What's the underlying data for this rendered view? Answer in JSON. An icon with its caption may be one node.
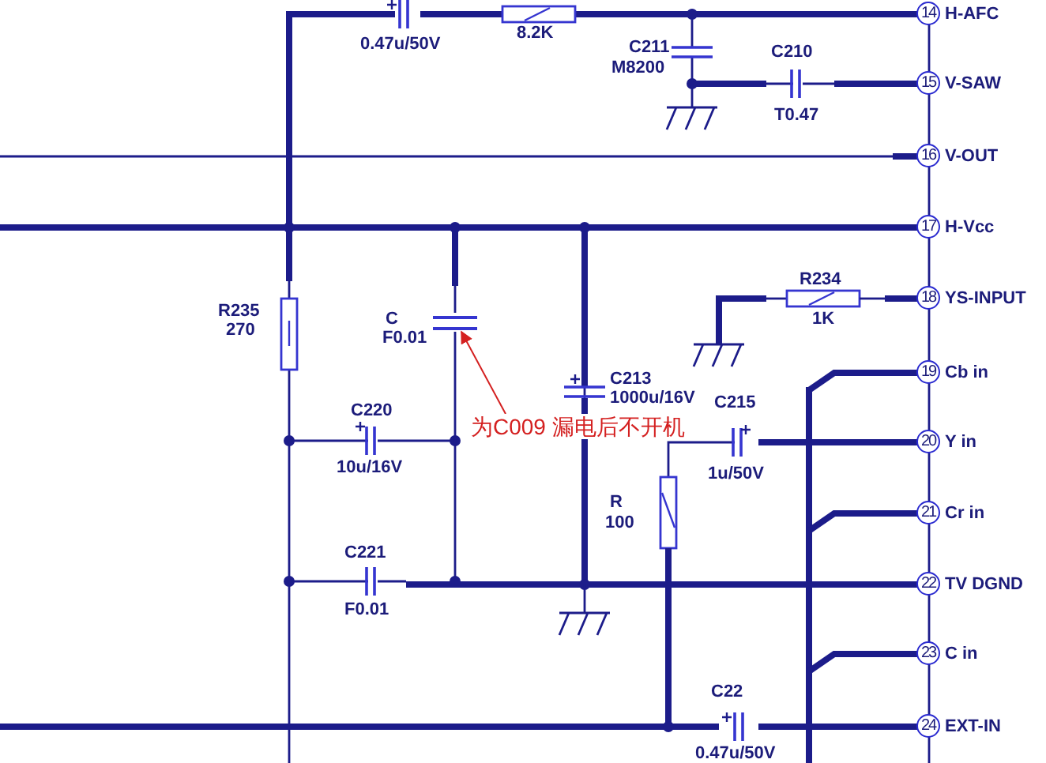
{
  "diagram": {
    "nodes": [
      {
        "text": [
          "为C009 漏电后不开机"
        ]
      },
      {
        "text": [],
        "shape": "picture"
      }
    ],
    "edges": [
      {
        "from": 0,
        "to": 1,
        "arrow": "to"
      }
    ],
    "labels": [
      "0.47u/50V",
      "8.2K",
      "14",
      "H-AFC",
      "C211",
      "M8200",
      "C210",
      "15",
      "V-SAW",
      "T0.47",
      "16",
      "V-OUT",
      "17",
      "H-Vcc",
      "R235",
      "270",
      "C",
      "F0.01",
      "R234",
      "18",
      "YS-INPUT",
      "1K",
      "C213",
      "1000u/16V",
      "C215",
      "19",
      "Cb in",
      "C220",
      "10u/16V",
      "20",
      "Y in",
      "1u/50V",
      "R",
      "100",
      "21",
      "Cr in",
      "C221",
      "22",
      "TV DGND",
      "F0.01",
      "23",
      "C in",
      "C22",
      "24",
      "EXT-IN",
      "0.47u/50V"
    ]
  }
}
